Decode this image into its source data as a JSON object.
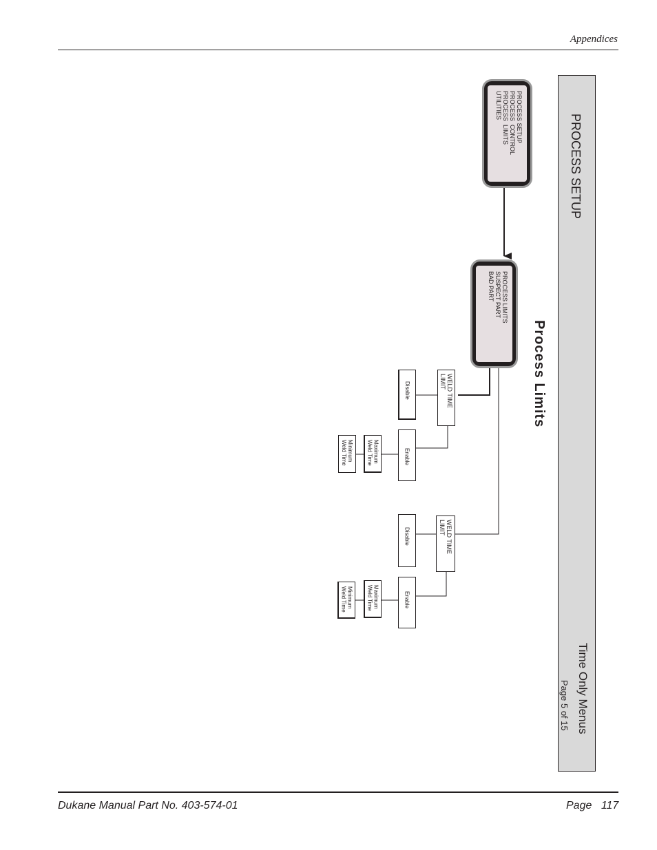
{
  "header": {
    "section": "Appendices"
  },
  "band": {
    "title": "PROCESS SETUP",
    "subtitle": "Time Only Menus",
    "page_of": "Page 5 of 15"
  },
  "section_title": "Process Limits",
  "screens": {
    "main": {
      "lines": [
        "PROCESS SETUP",
        "PROCESS  CONTROL",
        "PROCESS  LIMITS",
        "UTILITIES"
      ]
    },
    "limits": {
      "lines": [
        "PROCESS LIMITS",
        "SUSPECT PART",
        "BAD PART"
      ]
    }
  },
  "tree": [
    {
      "label": "WELD TIME\nLIMIT",
      "disable": "Disable",
      "enable": "Enable",
      "maximum": "Maximum\nWeld Time",
      "minimum": "Minimum\nWeld Time"
    },
    {
      "label": "WELD TIME\nLIMIT",
      "disable": "Disable",
      "enable": "Enable",
      "maximum": "Maximum\nWeld Time",
      "minimum": "Minimum\nWeld Time"
    }
  ],
  "footer": {
    "manual": "Dukane Manual Part No. 403-574-01",
    "page_label": "Page  117"
  }
}
